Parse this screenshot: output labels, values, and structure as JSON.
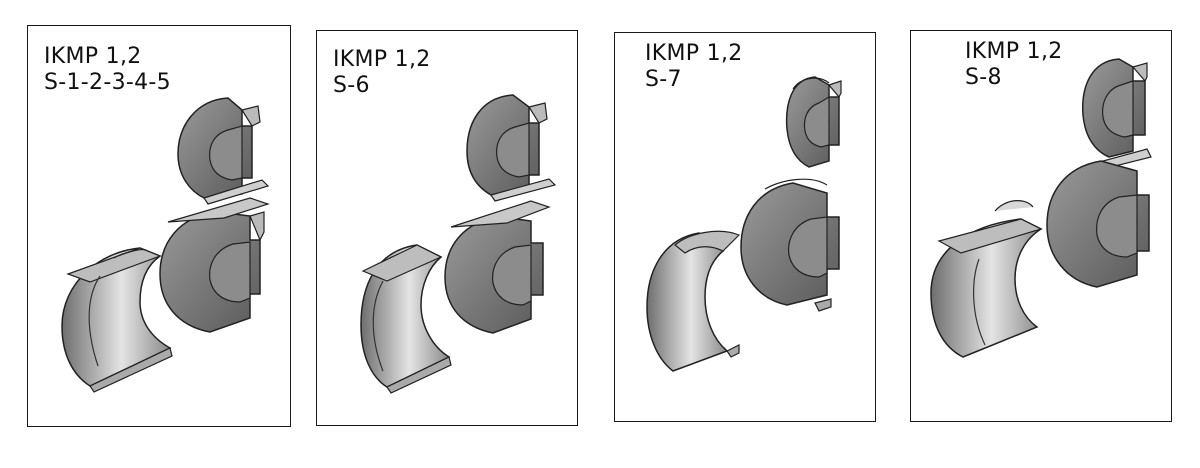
{
  "panels": [
    {
      "title": "IKMP 1,2",
      "subtitle": "S-1-2-3-4-5",
      "variant": "s12345"
    },
    {
      "title": "IKMP 1,2",
      "subtitle": "S-6",
      "variant": "s6"
    },
    {
      "title": "IKMP 1,2",
      "subtitle": "S-7",
      "variant": "s7"
    },
    {
      "title": "IKMP 1,2",
      "subtitle": "S-8",
      "variant": "s8"
    }
  ],
  "colors": {
    "frame": "#1a1a1a",
    "part_face_dark": "#7a7a7a",
    "part_face_light": "#d0d0d0",
    "part_edge": "#222222"
  }
}
